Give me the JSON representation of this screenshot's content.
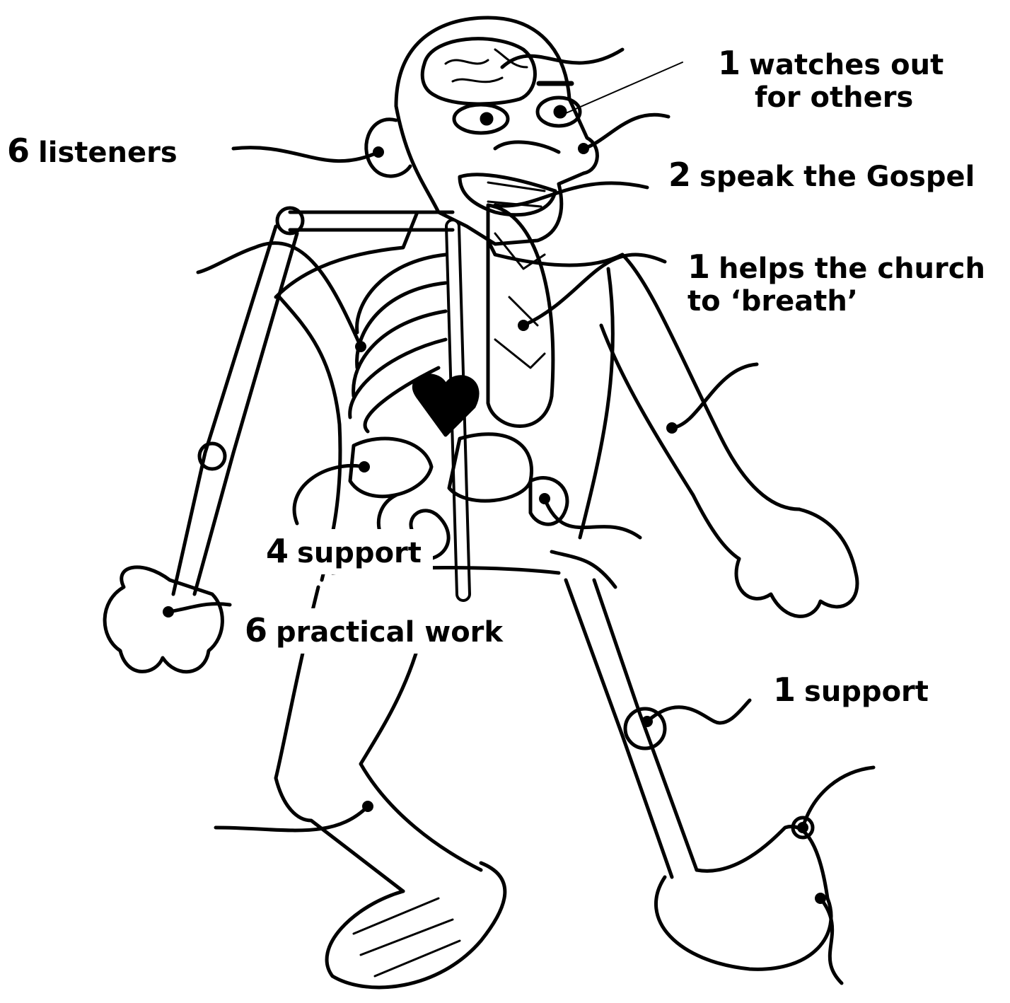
{
  "labels": [
    {
      "id": "watches",
      "number": "1",
      "text": "watches out",
      "text2": "for others"
    },
    {
      "id": "listeners",
      "number": "6",
      "text": "listeners"
    },
    {
      "id": "speak",
      "number": "2",
      "text": "speak the Gospel"
    },
    {
      "id": "breath",
      "number": "1",
      "text": "helps the church",
      "text2": "to ‘breath’"
    },
    {
      "id": "support-mid",
      "number": "4",
      "text": "support"
    },
    {
      "id": "practical",
      "number": "6",
      "text": "practical work"
    },
    {
      "id": "support-knee",
      "number": "1",
      "text": "support"
    }
  ]
}
